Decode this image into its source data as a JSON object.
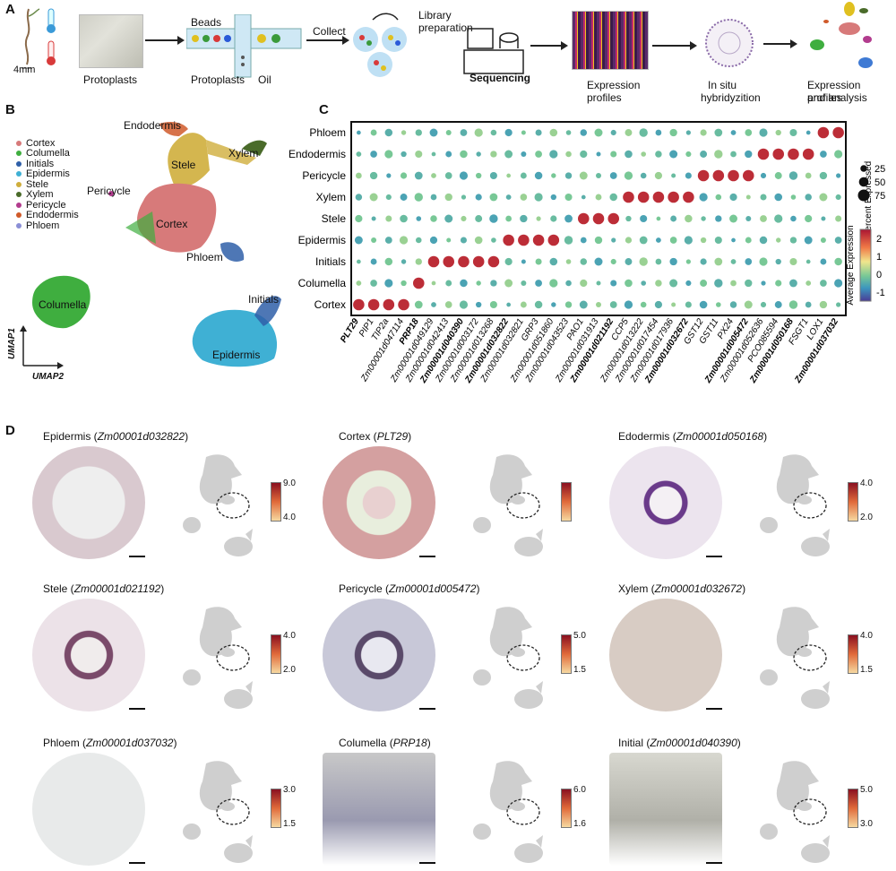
{
  "panel_labels": {
    "a": "A",
    "b": "B",
    "c": "C",
    "d": "D"
  },
  "workflow": {
    "size_label": "4mm",
    "protoplasts_label": "Protoplasts",
    "beads_label": "Beads",
    "protoplasts2_label": "Protoplasts",
    "oil_label": "Oil",
    "collect_label": "Collect",
    "library_label_1": "Library",
    "library_label_2": "preparation",
    "sequencing_label": "Sequencing",
    "expression_label_1": "Expression",
    "expression_label_2": "profiles",
    "insitu_label_1": "In situ",
    "insitu_label_2": "hybridyzition",
    "analysis_label_1": "Expression profiles",
    "analysis_label_2": "and analysis"
  },
  "umap": {
    "legend": [
      {
        "name": "Cortex",
        "color": "#d77a7a"
      },
      {
        "name": "Columella",
        "color": "#3fae3f"
      },
      {
        "name": "Initials",
        "color": "#2f5fa8"
      },
      {
        "name": "Epidermis",
        "color": "#3fb0d4"
      },
      {
        "name": "Stele",
        "color": "#cfae3c"
      },
      {
        "name": "Xylem",
        "color": "#4a6b2a"
      },
      {
        "name": "Pericycle",
        "color": "#b23c8e"
      },
      {
        "name": "Endodermis",
        "color": "#d05a2a"
      },
      {
        "name": "Phloem",
        "color": "#8b8fd6"
      }
    ],
    "cluster_labels": {
      "endodermis": "Endodermis",
      "stele": "Stele",
      "xylem": "Xylem",
      "pericycle": "Pericycle",
      "cortex": "Cortex",
      "phloem": "Phloem",
      "columella": "Columella",
      "initials": "Initials",
      "epidermis": "Epidermis"
    },
    "axis_y": "UMAP1",
    "axis_x": "UMAP2"
  },
  "chart_data": {
    "type": "dotplot",
    "rows": [
      "Phloem",
      "Endodermis",
      "Pericycle",
      "Xylem",
      "Stele",
      "Epidermis",
      "Initials",
      "Columella",
      "Cortex"
    ],
    "genes": [
      "PLT29",
      "PIP1",
      "TIP2a",
      "Zm00001d047114",
      "PRP18",
      "Zm00001d049129",
      "Zm00001d042413",
      "Zm00001d040390",
      "Zm00001d003172",
      "Zm00001d013268",
      "Zm00001d032822",
      "Zm00001d032821",
      "GRP3",
      "Zm00001d051860",
      "Zm00001d043523",
      "PAO1",
      "Zm00001d031913",
      "Zm00001d021192",
      "CCP5",
      "Zm00001d013222",
      "Zm00001d017454",
      "Zm00001d017936",
      "Zm00001d032672",
      "GST12",
      "GST11",
      "PX24",
      "Zm00001d005472",
      "Zm00001d052636",
      "PCO085594",
      "Zm00001d050168",
      "FSGT1",
      "LOX1",
      "Zm00001d037032"
    ],
    "bold_genes": [
      "PLT29",
      "PRP18",
      "Zm00001d040390",
      "Zm00001d032822",
      "Zm00001d021192",
      "Zm00001d032672",
      "Zm00001d005472",
      "Zm00001d050168",
      "Zm00001d037032"
    ],
    "size_legend_title": "Percent Expressed",
    "size_legend": [
      25,
      50,
      75
    ],
    "color_legend_title": "Average Expression",
    "color_ticks": [
      2,
      1,
      0,
      -1
    ],
    "color_range": [
      -1.5,
      2.5
    ]
  },
  "insitu": [
    {
      "title_plain": "Epidermis (",
      "title_gene": "Zm00001d032822",
      "max": "9.0",
      "min": "4.0"
    },
    {
      "title_plain": "Cortex (",
      "title_gene": "PLT29",
      "max": "",
      "min": ""
    },
    {
      "title_plain": "Edodermis (",
      "title_gene": "Zm00001d050168",
      "max": "4.0",
      "min": "2.0"
    },
    {
      "title_plain": "Stele (",
      "title_gene": "Zm00001d021192",
      "max": "4.0",
      "min": "2.0"
    },
    {
      "title_plain": "Pericycle (",
      "title_gene": "Zm00001d005472",
      "max": "5.0",
      "min": "1.5"
    },
    {
      "title_plain": "Xylem (",
      "title_gene": "Zm00001d032672",
      "max": "4.0",
      "min": "1.5"
    },
    {
      "title_plain": "Phloem (",
      "title_gene": "Zm00001d037032",
      "max": "3.0",
      "min": "1.5"
    },
    {
      "title_plain": "Columella (",
      "title_gene": "PRP18",
      "max": "6.0",
      "min": "1.6"
    },
    {
      "title_plain": "Initial (",
      "title_gene": "Zm00001d040390",
      "max": "5.0",
      "min": "3.0"
    }
  ],
  "closing_paren": ")"
}
